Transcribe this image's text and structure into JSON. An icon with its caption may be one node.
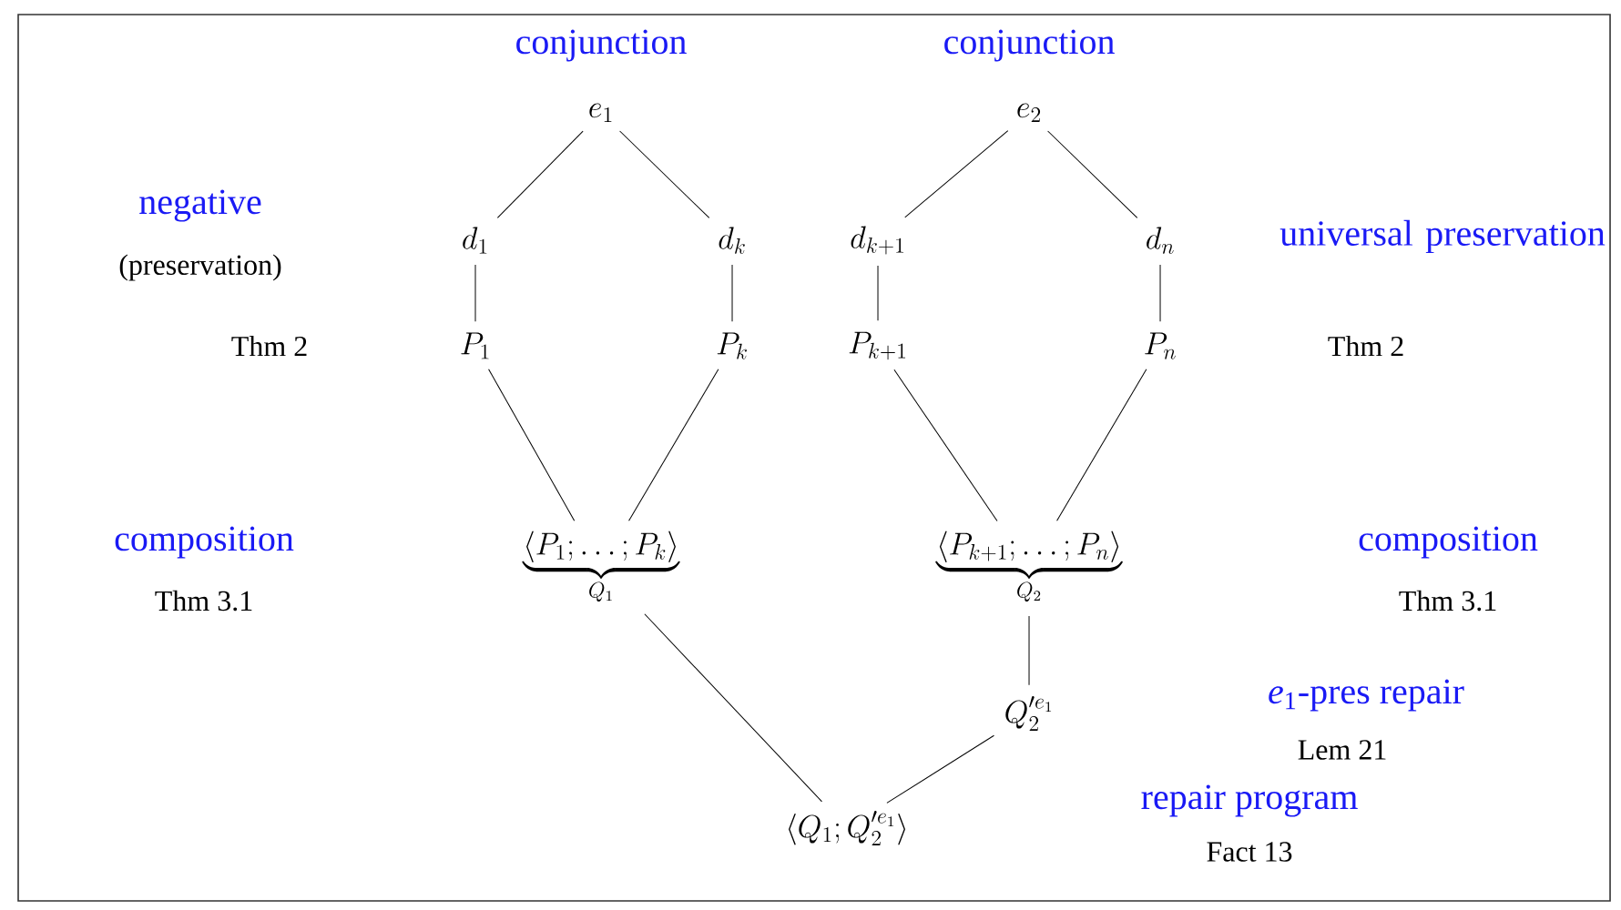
{
  "diagram": {
    "nodes": [
      {
        "text": [
          "e_1"
        ]
      },
      {
        "text": [
          "d_1"
        ]
      },
      {
        "text": [
          "d_k"
        ]
      },
      {
        "text": [
          "P_1"
        ]
      },
      {
        "text": [
          "P_k"
        ]
      },
      {
        "text": [
          "e_2"
        ]
      },
      {
        "text": [
          "d_{k+1}"
        ]
      },
      {
        "text": [
          "d_n"
        ]
      },
      {
        "text": [
          "P_{k+1}"
        ]
      },
      {
        "text": [
          "P_n"
        ]
      },
      {
        "text": [
          "\\underbrace{\\langle P_1;\\ldots;P_k\\rangle}_{Q_1}"
        ]
      },
      {
        "text": [
          "\\underbrace{\\langle P_{k+1};\\ldots;P_n\\rangle}_{Q_2}"
        ]
      },
      {
        "text": [
          "Q_2'^{e_1}"
        ]
      },
      {
        "text": [
          "\\langle Q_1;Q_2'^{e_1}\\rangle"
        ]
      }
    ],
    "edges": [
      {
        "from": 0,
        "to": 1,
        "arrow": "none"
      },
      {
        "from": 0,
        "to": 2,
        "arrow": "none"
      },
      {
        "from": 1,
        "to": 3,
        "arrow": "none"
      },
      {
        "from": 2,
        "to": 4,
        "arrow": "none"
      },
      {
        "from": 3,
        "to": 10,
        "arrow": "none"
      },
      {
        "from": 4,
        "to": 10,
        "arrow": "none"
      },
      {
        "from": 5,
        "to": 6,
        "arrow": "none"
      },
      {
        "from": 5,
        "to": 7,
        "arrow": "none"
      },
      {
        "from": 6,
        "to": 8,
        "arrow": "none"
      },
      {
        "from": 7,
        "to": 9,
        "arrow": "none"
      },
      {
        "from": 8,
        "to": 11,
        "arrow": "none"
      },
      {
        "from": 9,
        "to": 11,
        "arrow": "none"
      },
      {
        "from": 11,
        "to": 12,
        "arrow": "none"
      },
      {
        "from": 10,
        "to": 13,
        "arrow": "none"
      },
      {
        "from": 12,
        "to": 13,
        "arrow": "none"
      }
    ],
    "labels": [
      "conjunction",
      "conjunction",
      "negative",
      "(preservation)",
      "universal preservation",
      "Thm 2",
      "Thm 2",
      "composition",
      "composition",
      "Thm 3.1",
      "Thm 3.1",
      "*e*$_{1}$-pres repair",
      "Lem 21",
      "repair program",
      "Fact 13"
    ]
  }
}
